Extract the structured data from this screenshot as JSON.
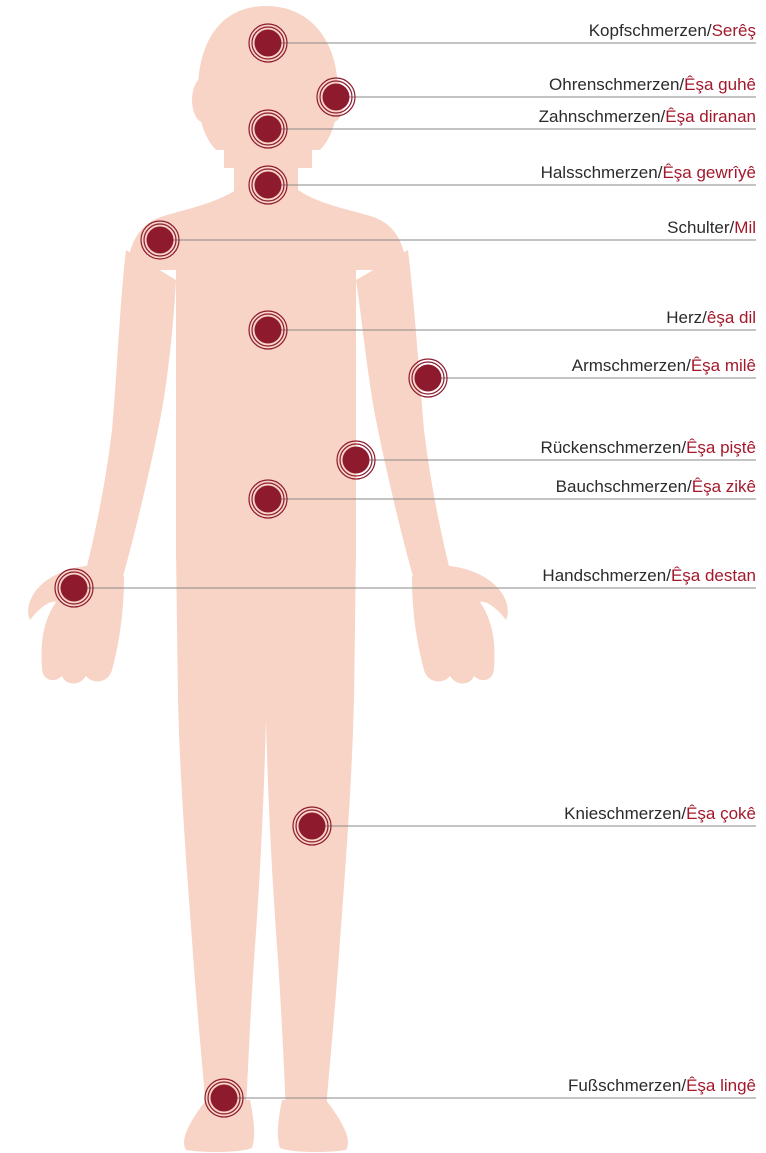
{
  "colors": {
    "body": "#f7d4c6",
    "marker": "#8e1a2e",
    "ring": "#8e1a2e",
    "line": "#888888",
    "german_text": "#2b2b2b",
    "kurdish_text": "#a3182b"
  },
  "labels": [
    {
      "id": "head",
      "german": "Kopfschmerzen",
      "separator": "/",
      "kurdish": "Serêş"
    },
    {
      "id": "ear",
      "german": "Ohrenschmerzen",
      "separator": "/",
      "kurdish": "Êşa guhê"
    },
    {
      "id": "tooth",
      "german": "Zahnschmerzen",
      "separator": "/",
      "kurdish": "Êşa diranan"
    },
    {
      "id": "throat",
      "german": "Halsschmerzen",
      "separator": "/",
      "kurdish": "Êşa gewrîyê"
    },
    {
      "id": "shoulder",
      "german": "Schulter",
      "separator": "/",
      "kurdish": "Mil"
    },
    {
      "id": "heart",
      "german": "Herz",
      "separator": "/",
      "kurdish": "êşa dil"
    },
    {
      "id": "arm",
      "german": "Armschmerzen",
      "separator": "/",
      "kurdish": "Êşa milê"
    },
    {
      "id": "back",
      "german": "Rückenschmerzen",
      "separator": "/",
      "kurdish": "Êşa piştê"
    },
    {
      "id": "belly",
      "german": "Bauchschmerzen",
      "separator": "/",
      "kurdish": "Êşa zikê"
    },
    {
      "id": "hand",
      "german": "Handschmerzen",
      "separator": "/",
      "kurdish": "Êşa destan"
    },
    {
      "id": "knee",
      "german": "Knieschmerzen",
      "separator": "/",
      "kurdish": "Êşa çokê"
    },
    {
      "id": "foot",
      "german": "Fußschmerzen",
      "separator": "/",
      "kurdish": "Êşa lingê"
    }
  ]
}
